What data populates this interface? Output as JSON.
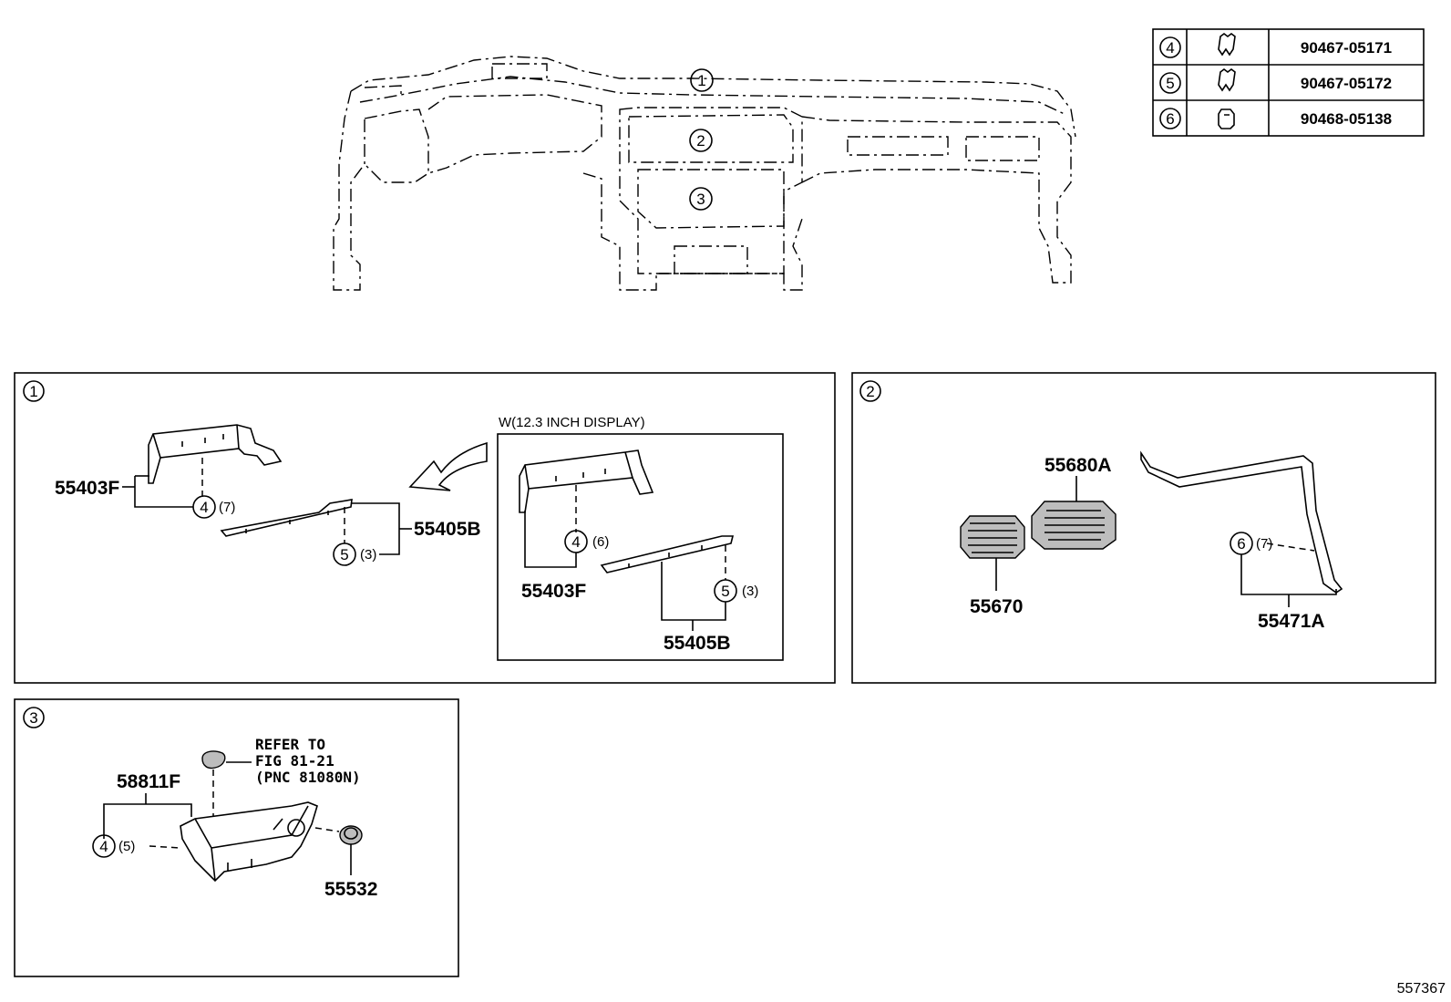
{
  "fastener_table": [
    {
      "ref": "4",
      "part_no": "90467-05171"
    },
    {
      "ref": "5",
      "part_no": "90467-05172"
    },
    {
      "ref": "6",
      "part_no": "90468-05138"
    }
  ],
  "overview": {
    "refs": [
      "1",
      "2",
      "3"
    ]
  },
  "panel1": {
    "ref": "1",
    "part_55403f": "55403F",
    "part_55405b": "55405B",
    "clip4": "4",
    "clip4_qty": "(7)",
    "clip5": "5",
    "clip5_qty": "(3)",
    "variant_title": "W(12.3 INCH DISPLAY)",
    "v_part_55403f": "55403F",
    "v_part_55405b": "55405B",
    "v_clip4": "4",
    "v_clip4_qty": "(6)",
    "v_clip5": "5",
    "v_clip5_qty": "(3)"
  },
  "panel2": {
    "ref": "2",
    "part_55680a": "55680A",
    "part_55670": "55670",
    "part_55471a": "55471A",
    "clip6": "6",
    "clip6_qty": "(7)"
  },
  "panel3": {
    "ref": "3",
    "part_58811f": "58811F",
    "part_55532": "55532",
    "clip4": "4",
    "clip4_qty": "(5)",
    "refer_line1": "REFER TO",
    "refer_line2": "FIG 81-21",
    "refer_line3": "(PNC 81080N)"
  },
  "diagram_id": "557367"
}
